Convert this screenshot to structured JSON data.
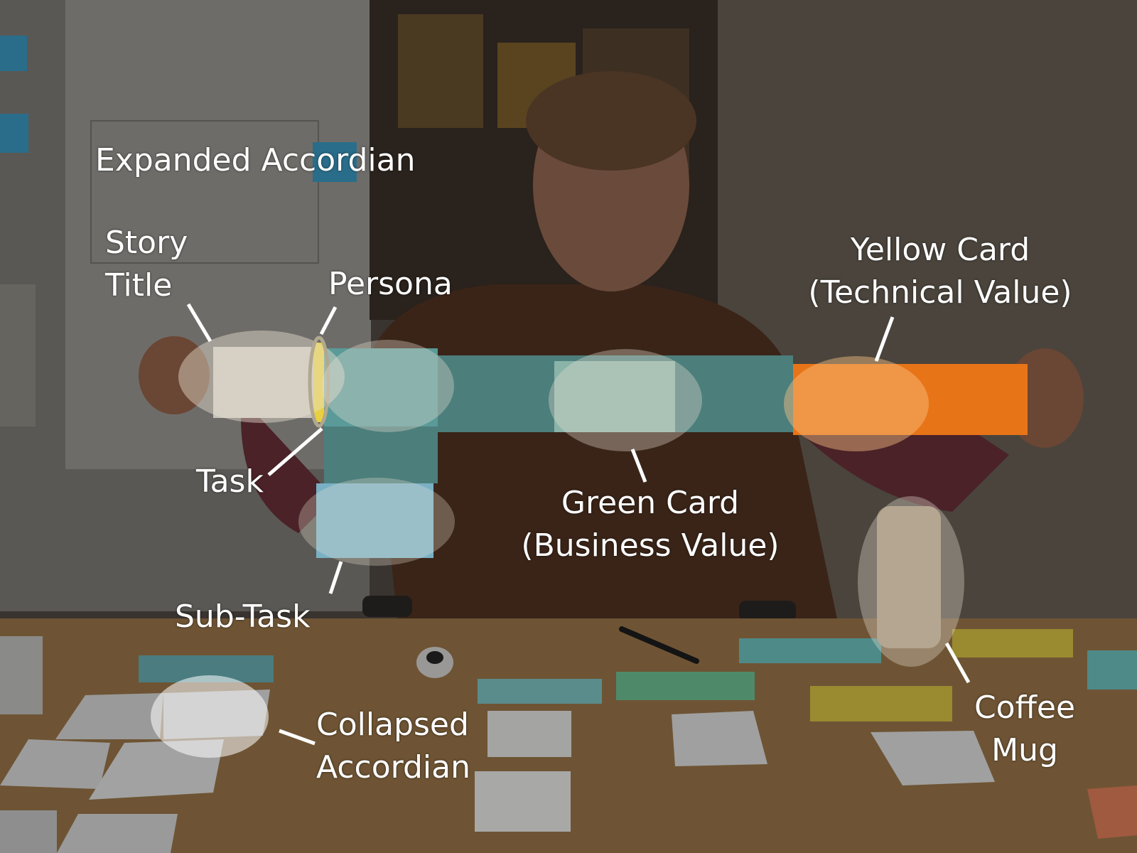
{
  "annotations": {
    "expanded_accordian": "Expanded Accordian",
    "story_title": [
      "Story",
      "Title"
    ],
    "persona": "Persona",
    "task": "Task",
    "sub_task": "Sub-Task",
    "green_card": [
      "Green Card",
      "(Business Value)"
    ],
    "yellow_card": [
      "Yellow Card",
      "(Technical Value)"
    ],
    "collapsed_accordian": [
      "Collapsed",
      "Accordian"
    ],
    "coffee_mug": [
      "Coffee",
      "Mug"
    ]
  },
  "colors": {
    "highlight": "#e8e0d0",
    "yellow_card": "#f07818",
    "teal_card": "#5a9a98",
    "persona_tab": "#e8d040",
    "label_text": "#ffffff"
  }
}
